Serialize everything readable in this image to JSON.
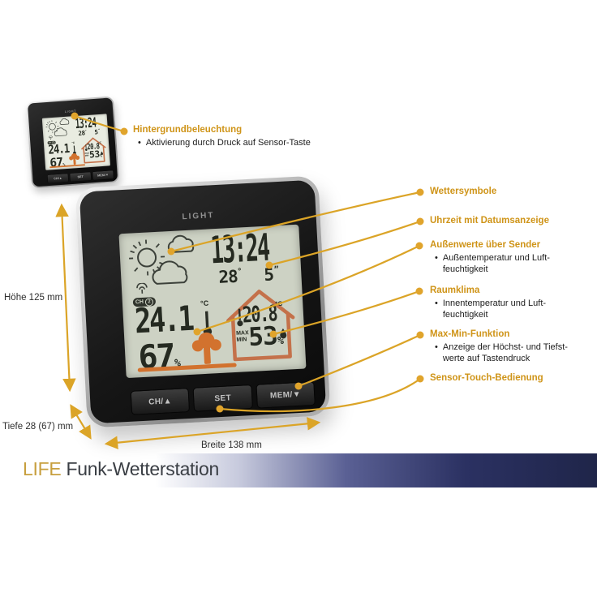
{
  "device": {
    "light_label": "LIGHT",
    "display": {
      "time": "13:24",
      "date_day": "28",
      "date_day_mark": "°",
      "date_month": "5",
      "date_month_mark": "”",
      "channel_label": "CH",
      "channel_number": "2",
      "outdoor": {
        "temp": "24.1",
        "unit": "°C",
        "humidity": "67",
        "percent": "%"
      },
      "indoor": {
        "temp": "20.8",
        "unit": "°C",
        "humidity": "53",
        "percent": "%",
        "max_label": "MAX",
        "min_label": "MIN"
      }
    },
    "buttons": [
      {
        "label": "CH/▲"
      },
      {
        "label": "SET"
      },
      {
        "label": "MEM/▼"
      }
    ]
  },
  "dimensions": {
    "height_label": "Höhe 125 mm",
    "depth_label": "Tiefe 28 (67) mm",
    "width_label": "Breite 138 mm"
  },
  "annotations": {
    "backlight": {
      "title": "Hintergrundbeleuchtung",
      "bullet": "Aktivierung durch Druck auf Sensor-Taste"
    },
    "items": [
      {
        "title": "Wettersymbole",
        "bullet": ""
      },
      {
        "title": "Uhrzeit mit Datumsanzeige",
        "bullet": ""
      },
      {
        "title": "Außenwerte über Sender",
        "bullet": "Außentemperatur und Luft-\nfeuchtigkeit"
      },
      {
        "title": "Raumklima",
        "bullet": "Innentemperatur und Luft-\nfeuchtigkeit"
      },
      {
        "title": "Max-Min-Funktion",
        "bullet": "Anzeige der Höchst- und Tiefst-\nwerte auf Tastendruck"
      },
      {
        "title": "Sensor-Touch-Bedienung",
        "bullet": ""
      }
    ]
  },
  "footer": {
    "brand": "LIFE",
    "product": "Funk-Wetterstation"
  },
  "colors": {
    "accent_gold": "#d69a1f",
    "line_gold": "#dba427",
    "footer_navy": "#1f2549",
    "lcd_green": "#cdd2c4",
    "house_orange": "#c4714a",
    "tree_orange": "#d2722e"
  }
}
